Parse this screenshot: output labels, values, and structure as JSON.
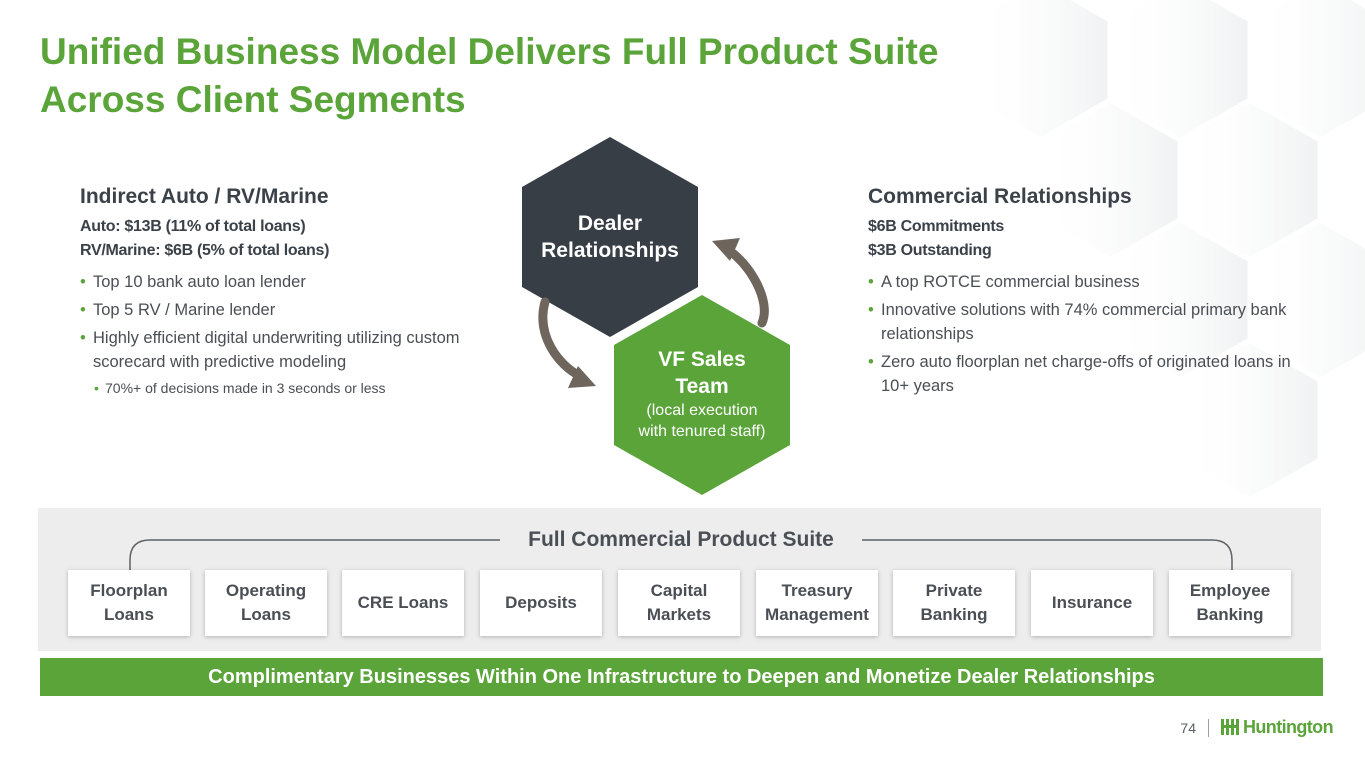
{
  "title": {
    "line1": "Unified Business Model Delivers Full Product Suite",
    "line2": "Across Client Segments"
  },
  "left": {
    "heading": "Indirect Auto / RV/Marine",
    "sub1": "Auto: $13B (11% of total loans)",
    "sub2": "RV/Marine: $6B (5% of total loans)",
    "bullets": [
      "Top 10 bank auto loan lender",
      "Top 5 RV / Marine lender",
      "Highly efficient digital underwriting utilizing custom scorecard with predictive modeling"
    ],
    "sub_bullet": "70%+ of decisions made in 3 seconds or less"
  },
  "right": {
    "heading": "Commercial Relationships",
    "sub1": "$6B Commitments",
    "sub2": "$3B Outstanding",
    "bullets": [
      "A top ROTCE commercial business",
      "Innovative solutions with 74% commercial primary bank relationships",
      "Zero auto floorplan net charge-offs of originated loans in 10+ years"
    ]
  },
  "diagram": {
    "dealer_line1": "Dealer",
    "dealer_line2": "Relationships",
    "vf_line1": "VF Sales",
    "vf_line2": "Team",
    "vf_note1": "(local execution",
    "vf_note2": "with tenured staff)",
    "colors": {
      "dark": "#383e45",
      "green": "#5aa439",
      "arrow": "#6e655d"
    }
  },
  "suite": {
    "title": "Full Commercial Product Suite",
    "items": [
      {
        "line1": "Floorplan",
        "line2": "Loans"
      },
      {
        "line1": "Operating",
        "line2": "Loans"
      },
      {
        "line1": "CRE Loans",
        "line2": ""
      },
      {
        "line1": "Deposits",
        "line2": ""
      },
      {
        "line1": "Capital",
        "line2": "Markets"
      },
      {
        "line1": "Treasury",
        "line2": "Management"
      },
      {
        "line1": "Private",
        "line2": "Banking"
      },
      {
        "line1": "Insurance",
        "line2": ""
      },
      {
        "line1": "Employee",
        "line2": "Banking"
      }
    ]
  },
  "banner": "Complimentary Businesses Within One Infrastructure to Deepen and Monetize Dealer Relationships",
  "footer": {
    "page_number": "74",
    "brand": "Huntington",
    "brand_color": "#5aa439"
  }
}
